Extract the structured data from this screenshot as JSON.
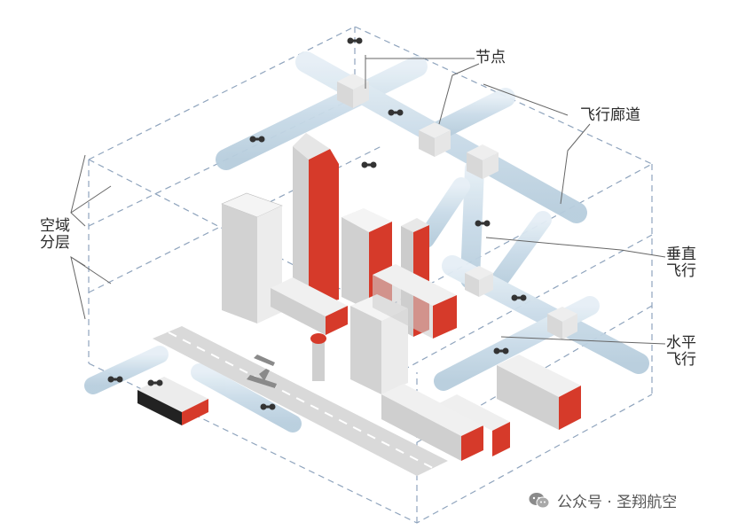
{
  "labels": {
    "node": "节点",
    "corridor": "飞行廊道",
    "airspace_layers": "空域分层",
    "vertical_flight": "垂直飞行",
    "horizontal_flight": "水平飞行"
  },
  "watermark": {
    "text": "公众号 · 圣翔航空",
    "icon": "wechat-logo-icon"
  },
  "colors": {
    "red_facade": "#d63a2a",
    "gray_facade": "#c9c9c9",
    "light_facade": "#f2f2f2",
    "corridor_tube": "#cfe0ec",
    "dashed_frame": "#8fa4bd",
    "leader_line": "#666666"
  }
}
